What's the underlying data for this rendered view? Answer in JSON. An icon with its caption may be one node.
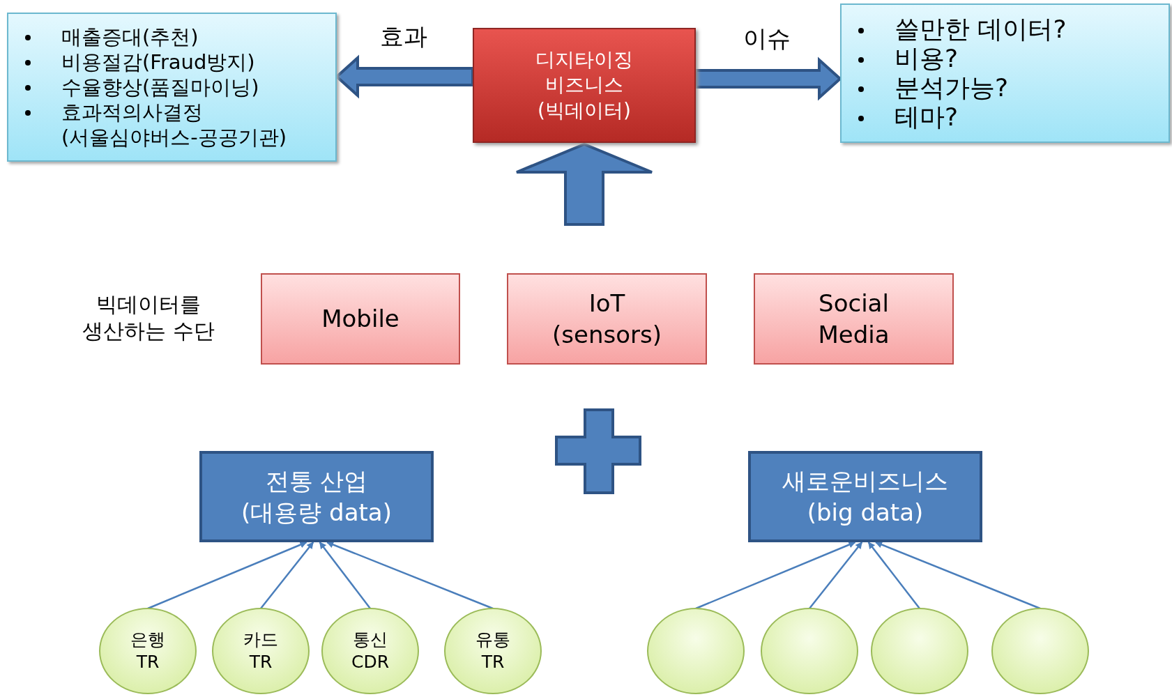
{
  "diagram": {
    "nodes": [
      {
        "text": [
          "매출증대(추천)",
          "비용절감(Fraud방지)",
          "수율향상(품질마이닝)",
          "효과적의사결정(서울심야버스-공공기관)"
        ]
      },
      {
        "text": [
          "디지타이징 비즈니스 (빅데이터)"
        ]
      },
      {
        "text": [
          "쓸만한 데이터?",
          "비용?",
          "분석가능?",
          "테마?"
        ]
      },
      {
        "text": [
          "Mobile"
        ]
      },
      {
        "text": [
          "IoT (sensors)"
        ]
      },
      {
        "text": [
          "Social Media"
        ]
      },
      {
        "text": [
          "전통 산업 (대용량 data)"
        ]
      },
      {
        "text": [
          "새로운비즈니스 (big data)"
        ]
      },
      {
        "text": [
          "은행 TR"
        ]
      },
      {
        "text": [
          "카드 TR"
        ]
      },
      {
        "text": [
          "통신 CDR"
        ]
      },
      {
        "text": [
          "유통 TR"
        ]
      },
      {
        "text": [],
        "shape": "circle"
      },
      {
        "text": [],
        "shape": "circle"
      },
      {
        "text": [],
        "shape": "circle"
      },
      {
        "text": [],
        "shape": "circle"
      },
      {
        "text": [],
        "shape": "plus"
      }
    ],
    "edges": [
      {
        "from": 1,
        "to": 0,
        "arrow": "to",
        "label": "효과",
        "style": "thick"
      },
      {
        "from": 1,
        "to": 2,
        "arrow": "to",
        "label": "이슈",
        "style": "thick"
      },
      {
        "from": null,
        "to": 1,
        "arrow": "to",
        "style": "thick"
      },
      {
        "from": 8,
        "to": 6,
        "arrow": "to"
      },
      {
        "from": 9,
        "to": 6,
        "arrow": "to"
      },
      {
        "from": 10,
        "to": 6,
        "arrow": "to"
      },
      {
        "from": 11,
        "to": 6,
        "arrow": "to"
      },
      {
        "from": 12,
        "to": 7,
        "arrow": "to"
      },
      {
        "from": 13,
        "to": 7,
        "arrow": "to"
      },
      {
        "from": 14,
        "to": 7,
        "arrow": "to"
      },
      {
        "from": 15,
        "to": 7,
        "arrow": "to"
      }
    ],
    "labels": [
      "빅데이터를 생산하는 수단"
    ]
  }
}
